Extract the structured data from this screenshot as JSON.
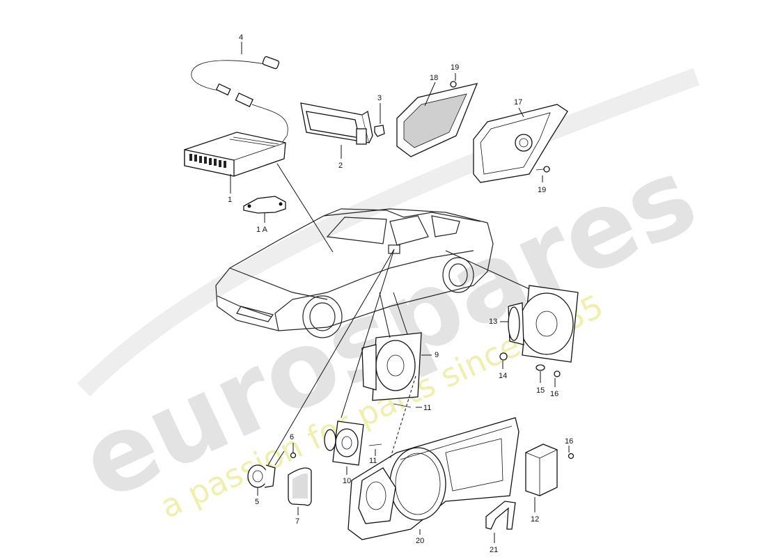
{
  "watermark": {
    "brand": "eurospares",
    "tagline": "a passion for parts since 1985",
    "brand_color": "#d9d9d9",
    "tagline_color": "#ecec9a"
  },
  "callouts": {
    "p1": "1",
    "p1a": "1 A",
    "p2": "2",
    "p3": "3",
    "p4": "4",
    "p5": "5",
    "p6": "6",
    "p7": "7",
    "p9": "9",
    "p10": "10",
    "p11a": "11",
    "p11b": "11",
    "p12": "12",
    "p13": "13",
    "p14": "14",
    "p15": "15",
    "p16a": "16",
    "p16b": "16",
    "p17": "17",
    "p18": "18",
    "p19a": "19",
    "p19b": "19",
    "p20": "20",
    "p21": "21"
  }
}
